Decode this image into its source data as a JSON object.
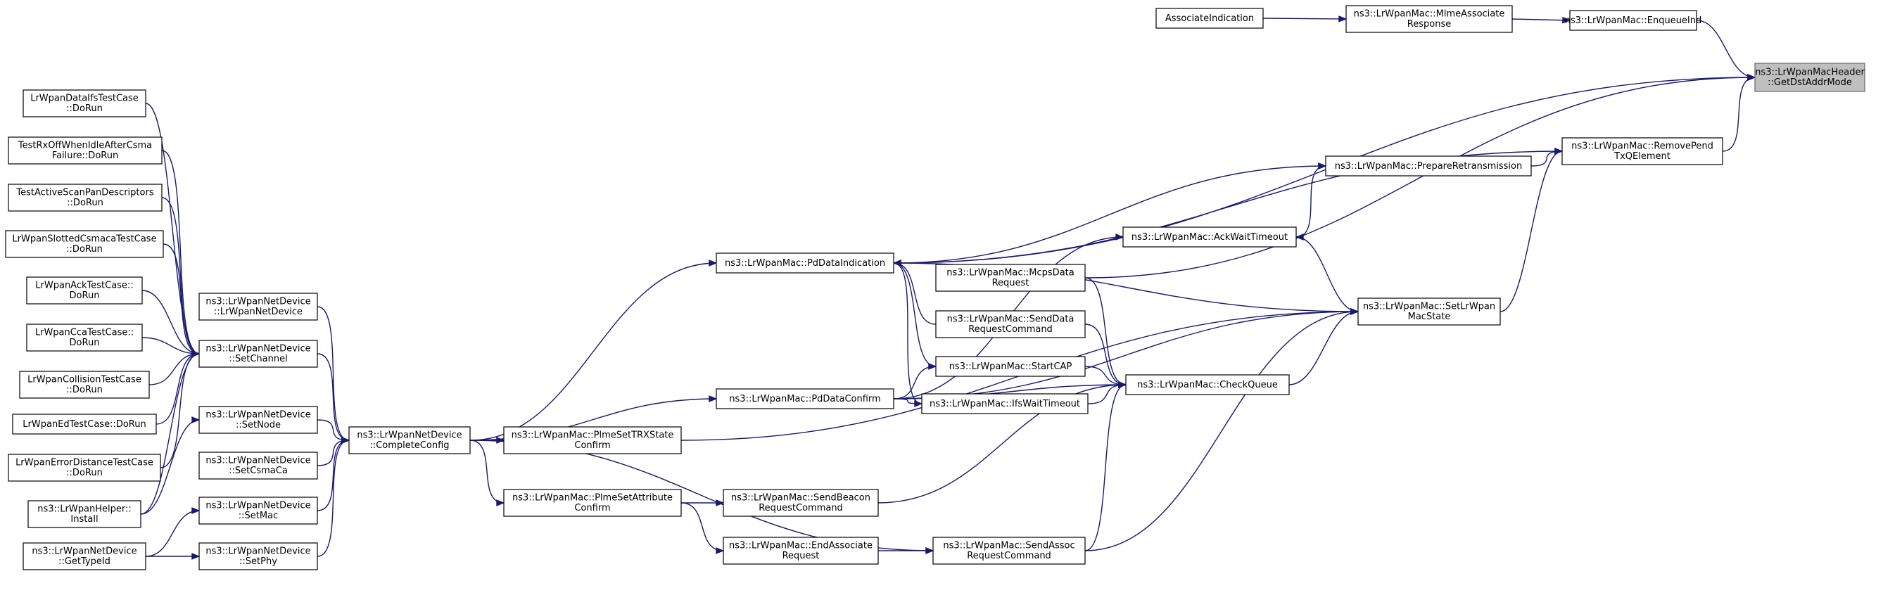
{
  "graph": {
    "edge_color": "#191970",
    "root_fill": "#bfbfbf",
    "nodes": [
      {
        "id": "root",
        "root": true,
        "lines": [
          "ns3::LrWpanMacHeader",
          "::GetDstAddrMode"
        ]
      },
      {
        "id": "assocInd",
        "lines": [
          "AssociateIndication"
        ]
      },
      {
        "id": "mlmeAssocResp",
        "lines": [
          "ns3::LrWpanMac::MlmeAssociate",
          "Response"
        ]
      },
      {
        "id": "enqueueInd",
        "lines": [
          "ns3::LrWpanMac::EnqueueInd"
        ]
      },
      {
        "id": "removePend",
        "lines": [
          "ns3::LrWpanMac::RemovePend",
          "TxQElement"
        ]
      },
      {
        "id": "prepareRetx",
        "lines": [
          "ns3::LrWpanMac::PrepareRetransmission"
        ]
      },
      {
        "id": "ackWait",
        "lines": [
          "ns3::LrWpanMac::AckWaitTimeout"
        ]
      },
      {
        "id": "setState",
        "lines": [
          "ns3::LrWpanMac::SetLrWpan",
          "MacState"
        ]
      },
      {
        "id": "pdDataInd",
        "lines": [
          "ns3::LrWpanMac::PdDataIndication"
        ]
      },
      {
        "id": "mcpsData",
        "lines": [
          "ns3::LrWpanMac::McpsData",
          "Request"
        ]
      },
      {
        "id": "sendDataReq",
        "lines": [
          "ns3::LrWpanMac::SendData",
          "RequestCommand"
        ]
      },
      {
        "id": "startCap",
        "lines": [
          "ns3::LrWpanMac::StartCAP"
        ]
      },
      {
        "id": "checkQueue",
        "lines": [
          "ns3::LrWpanMac::CheckQueue"
        ]
      },
      {
        "id": "pdDataConf",
        "lines": [
          "ns3::LrWpanMac::PdDataConfirm"
        ]
      },
      {
        "id": "ifsWait",
        "lines": [
          "ns3::LrWpanMac::IfsWaitTimeout"
        ]
      },
      {
        "id": "plmeTrx",
        "lines": [
          "ns3::LrWpanMac::PlmeSetTRXState",
          "Confirm"
        ]
      },
      {
        "id": "plmeAttr",
        "lines": [
          "ns3::LrWpanMac::PlmeSetAttribute",
          "Confirm"
        ]
      },
      {
        "id": "sendBeacon",
        "lines": [
          "ns3::LrWpanMac::SendBeacon",
          "RequestCommand"
        ]
      },
      {
        "id": "endAssoc",
        "lines": [
          "ns3::LrWpanMac::EndAssociate",
          "Request"
        ]
      },
      {
        "id": "sendAssoc",
        "lines": [
          "ns3::LrWpanMac::SendAssoc",
          "RequestCommand"
        ]
      },
      {
        "id": "completeConfig",
        "lines": [
          "ns3::LrWpanNetDevice",
          "::CompleteConfig"
        ]
      },
      {
        "id": "netDeviceCtor",
        "lines": [
          "ns3::LrWpanNetDevice",
          "::LrWpanNetDevice"
        ]
      },
      {
        "id": "setChannel",
        "lines": [
          "ns3::LrWpanNetDevice",
          "::SetChannel"
        ]
      },
      {
        "id": "setNode",
        "lines": [
          "ns3::LrWpanNetDevice",
          "::SetNode"
        ]
      },
      {
        "id": "setCsmaCa",
        "lines": [
          "ns3::LrWpanNetDevice",
          "::SetCsmaCa"
        ]
      },
      {
        "id": "setMac",
        "lines": [
          "ns3::LrWpanNetDevice",
          "::SetMac"
        ]
      },
      {
        "id": "setPhy",
        "lines": [
          "ns3::LrWpanNetDevice",
          "::SetPhy"
        ]
      },
      {
        "id": "dataIfs",
        "lines": [
          "LrWpanDataIfsTestCase",
          "::DoRun"
        ]
      },
      {
        "id": "rxOff",
        "lines": [
          "TestRxOffWhenIdleAfterCsma",
          "Failure::DoRun"
        ]
      },
      {
        "id": "activeScan",
        "lines": [
          "TestActiveScanPanDescriptors",
          "::DoRun"
        ]
      },
      {
        "id": "slotted",
        "lines": [
          "LrWpanSlottedCsmacaTestCase",
          "::DoRun"
        ]
      },
      {
        "id": "ackTest",
        "lines": [
          "LrWpanAckTestCase::",
          "DoRun"
        ]
      },
      {
        "id": "ccaTest",
        "lines": [
          "LrWpanCcaTestCase::",
          "DoRun"
        ]
      },
      {
        "id": "collision",
        "lines": [
          "LrWpanCollisionTestCase",
          "::DoRun"
        ]
      },
      {
        "id": "edTest",
        "lines": [
          "LrWpanEdTestCase::DoRun"
        ]
      },
      {
        "id": "errDist",
        "lines": [
          "LrWpanErrorDistanceTestCase",
          "::DoRun"
        ]
      },
      {
        "id": "helperInstall",
        "lines": [
          "ns3::LrWpanHelper::",
          "Install"
        ]
      },
      {
        "id": "getTypeId",
        "lines": [
          "ns3::LrWpanNetDevice",
          "::GetTypeId"
        ]
      }
    ],
    "edges": [
      [
        "assocInd",
        "mlmeAssocResp"
      ],
      [
        "mlmeAssocResp",
        "enqueueInd"
      ],
      [
        "enqueueInd",
        "root"
      ],
      [
        "pdDataInd",
        "root"
      ],
      [
        "mcpsData",
        "root"
      ],
      [
        "removePend",
        "root"
      ],
      [
        "pdDataInd",
        "removePend"
      ],
      [
        "prepareRetx",
        "removePend"
      ],
      [
        "setState",
        "removePend"
      ],
      [
        "pdDataInd",
        "prepareRetx"
      ],
      [
        "ackWait",
        "prepareRetx"
      ],
      [
        "setState",
        "ackWait"
      ],
      [
        "pdDataConf",
        "ackWait"
      ],
      [
        "checkQueue",
        "setState"
      ],
      [
        "pdDataInd",
        "setState"
      ],
      [
        "pdDataConf",
        "setState"
      ],
      [
        "plmeTrx",
        "setState"
      ],
      [
        "sendAssoc",
        "setState"
      ],
      [
        "completeConfig",
        "pdDataInd"
      ],
      [
        "sendDataReq",
        "pdDataInd"
      ],
      [
        "startCap",
        "pdDataInd"
      ],
      [
        "ifsWait",
        "pdDataInd"
      ],
      [
        "mcpsData",
        "checkQueue"
      ],
      [
        "sendDataReq",
        "checkQueue"
      ],
      [
        "startCap",
        "checkQueue"
      ],
      [
        "ifsWait",
        "checkQueue"
      ],
      [
        "pdDataConf",
        "checkQueue"
      ],
      [
        "sendBeacon",
        "checkQueue"
      ],
      [
        "sendAssoc",
        "checkQueue"
      ],
      [
        "pdDataConf",
        "startCap"
      ],
      [
        "pdDataConf",
        "ifsWait"
      ],
      [
        "completeConfig",
        "pdDataConf"
      ],
      [
        "completeConfig",
        "plmeTrx"
      ],
      [
        "completeConfig",
        "plmeAttr"
      ],
      [
        "completeConfig",
        "sendAssoc"
      ],
      [
        "plmeAttr",
        "sendBeacon"
      ],
      [
        "plmeAttr",
        "endAssoc"
      ],
      [
        "endAssoc",
        "sendAssoc"
      ],
      [
        "netDeviceCtor",
        "completeConfig"
      ],
      [
        "setChannel",
        "completeConfig"
      ],
      [
        "setNode",
        "completeConfig"
      ],
      [
        "setCsmaCa",
        "completeConfig"
      ],
      [
        "setMac",
        "completeConfig"
      ],
      [
        "setPhy",
        "completeConfig"
      ],
      [
        "dataIfs",
        "setChannel"
      ],
      [
        "rxOff",
        "setChannel"
      ],
      [
        "activeScan",
        "setChannel"
      ],
      [
        "slotted",
        "setChannel"
      ],
      [
        "ackTest",
        "setChannel"
      ],
      [
        "ccaTest",
        "setChannel"
      ],
      [
        "collision",
        "setChannel"
      ],
      [
        "edTest",
        "setChannel"
      ],
      [
        "errDist",
        "setChannel"
      ],
      [
        "helperInstall",
        "setChannel"
      ],
      [
        "helperInstall",
        "setNode"
      ],
      [
        "getTypeId",
        "setMac"
      ],
      [
        "getTypeId",
        "setPhy"
      ]
    ]
  }
}
